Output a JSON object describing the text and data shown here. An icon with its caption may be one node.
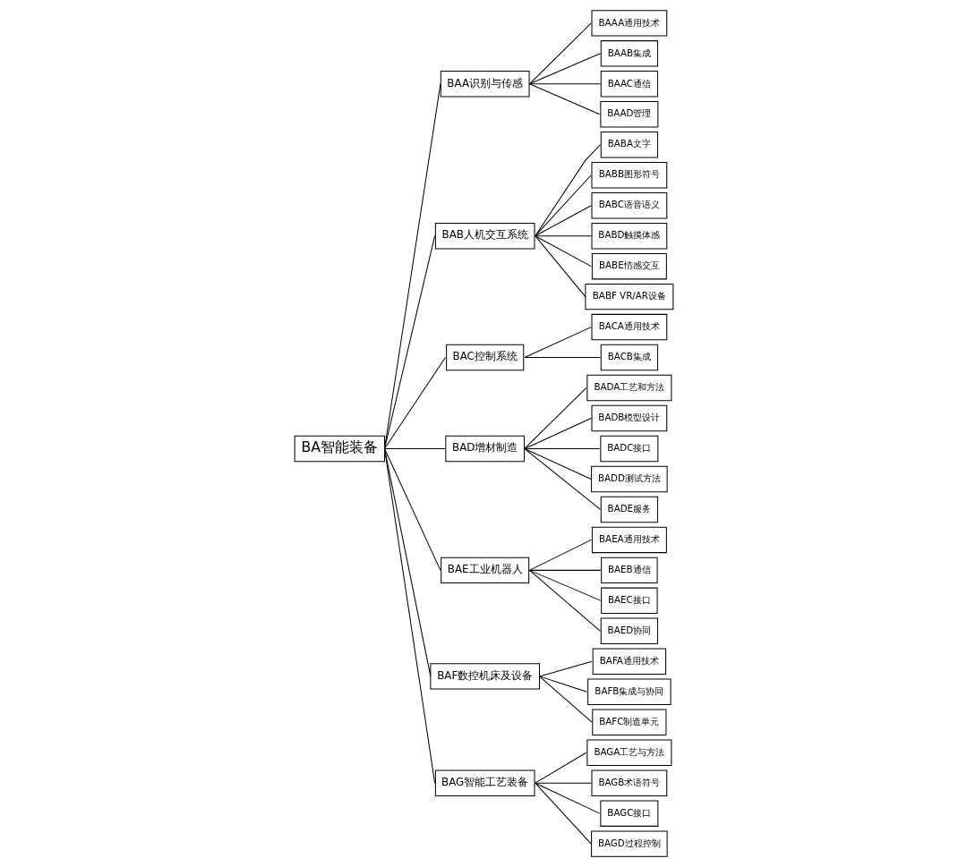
{
  "diagram": {
    "nodes": [
      {
        "text": [
          "BA智能装备"
        ]
      },
      {
        "text": [
          "BAA识别与传感"
        ]
      },
      {
        "text": [
          "BAB人机交互系统"
        ]
      },
      {
        "text": [
          "BAC控制系统"
        ]
      },
      {
        "text": [
          "BAD增材制造"
        ]
      },
      {
        "text": [
          "BAE工业机器人"
        ]
      },
      {
        "text": [
          "BAF数控机床及设备"
        ]
      },
      {
        "text": [
          "BAG智能工艺装备"
        ]
      },
      {
        "text": [
          "BAAA通用技术"
        ]
      },
      {
        "text": [
          "BAAB集成"
        ]
      },
      {
        "text": [
          "BAAC通信"
        ]
      },
      {
        "text": [
          "BAAD管理"
        ]
      },
      {
        "text": [
          "BABA文字"
        ]
      },
      {
        "text": [
          "BABB图形符号"
        ]
      },
      {
        "text": [
          "BABC语音语义"
        ]
      },
      {
        "text": [
          "BABD触摸体感"
        ]
      },
      {
        "text": [
          "BABE情感交互"
        ]
      },
      {
        "text": [
          "BABF VR/AR设备"
        ]
      },
      {
        "text": [
          "BACA通用技术"
        ]
      },
      {
        "text": [
          "BACB集成"
        ]
      },
      {
        "text": [
          "BADA工艺和方法"
        ]
      },
      {
        "text": [
          "BADB模型设计"
        ]
      },
      {
        "text": [
          "BADC接口"
        ]
      },
      {
        "text": [
          "BADD测试方法"
        ]
      },
      {
        "text": [
          "BADE服务"
        ]
      },
      {
        "text": [
          "BAEA通用技术"
        ]
      },
      {
        "text": [
          "BAEB通信"
        ]
      },
      {
        "text": [
          "BAEC接口"
        ]
      },
      {
        "text": [
          "BAED协同"
        ]
      },
      {
        "text": [
          "BAFA通用技术"
        ]
      },
      {
        "text": [
          "BAFB集成与协同"
        ]
      },
      {
        "text": [
          "BAFC制造单元"
        ]
      },
      {
        "text": [
          "BAGA工艺与方法"
        ]
      },
      {
        "text": [
          "BAGB术语符号"
        ]
      },
      {
        "text": [
          "BAGC接口"
        ]
      },
      {
        "text": [
          "BAGD过程控制"
        ]
      }
    ],
    "edges": [
      {
        "from": 0,
        "to": 1,
        "arrow": "none"
      },
      {
        "from": 0,
        "to": 2,
        "arrow": "none"
      },
      {
        "from": 0,
        "to": 3,
        "arrow": "none"
      },
      {
        "from": 0,
        "to": 4,
        "arrow": "none"
      },
      {
        "from": 0,
        "to": 5,
        "arrow": "none"
      },
      {
        "from": 0,
        "to": 6,
        "arrow": "none"
      },
      {
        "from": 0,
        "to": 7,
        "arrow": "none"
      },
      {
        "from": 1,
        "to": 8,
        "arrow": "none"
      },
      {
        "from": 1,
        "to": 9,
        "arrow": "none"
      },
      {
        "from": 1,
        "to": 10,
        "arrow": "none"
      },
      {
        "from": 1,
        "to": 11,
        "arrow": "none"
      },
      {
        "from": 2,
        "to": 12,
        "arrow": "none"
      },
      {
        "from": 2,
        "to": 13,
        "arrow": "none"
      },
      {
        "from": 2,
        "to": 14,
        "arrow": "none"
      },
      {
        "from": 2,
        "to": 15,
        "arrow": "none"
      },
      {
        "from": 2,
        "to": 16,
        "arrow": "none"
      },
      {
        "from": 2,
        "to": 17,
        "arrow": "none"
      },
      {
        "from": 3,
        "to": 18,
        "arrow": "none"
      },
      {
        "from": 3,
        "to": 19,
        "arrow": "none"
      },
      {
        "from": 4,
        "to": 20,
        "arrow": "none"
      },
      {
        "from": 4,
        "to": 21,
        "arrow": "none"
      },
      {
        "from": 4,
        "to": 22,
        "arrow": "none"
      },
      {
        "from": 4,
        "to": 23,
        "arrow": "none"
      },
      {
        "from": 4,
        "to": 24,
        "arrow": "none"
      },
      {
        "from": 5,
        "to": 25,
        "arrow": "none"
      },
      {
        "from": 5,
        "to": 26,
        "arrow": "none"
      },
      {
        "from": 5,
        "to": 27,
        "arrow": "none"
      },
      {
        "from": 5,
        "to": 28,
        "arrow": "none"
      },
      {
        "from": 6,
        "to": 29,
        "arrow": "none"
      },
      {
        "from": 6,
        "to": 30,
        "arrow": "none"
      },
      {
        "from": 6,
        "to": 31,
        "arrow": "none"
      },
      {
        "from": 7,
        "to": 32,
        "arrow": "none"
      },
      {
        "from": 7,
        "to": 33,
        "arrow": "none"
      },
      {
        "from": 7,
        "to": 34,
        "arrow": "none"
      },
      {
        "from": 7,
        "to": 35,
        "arrow": "none"
      }
    ]
  }
}
